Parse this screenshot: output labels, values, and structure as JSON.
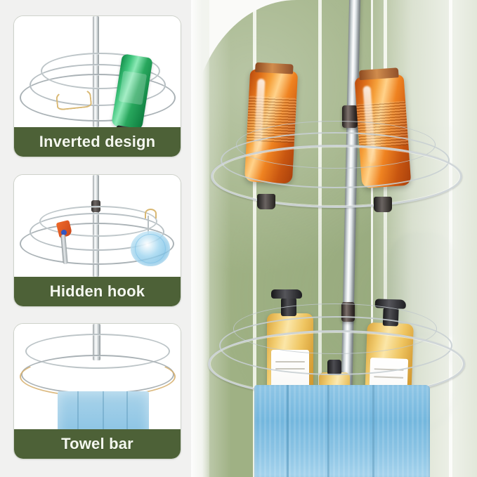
{
  "page": {
    "background_color": "#f1f1f0",
    "type": "product-feature-infographic"
  },
  "feature_panels": [
    {
      "id": "inverted-design",
      "label": "Inverted design",
      "label_bg_color": "#4d6137",
      "label_text_color": "#f4f7ef",
      "art_description": "Corner wire basket on chrome pole holding an inverted green bottle with black pump cap, plus a tan wire hook",
      "accessories": [
        "green-bottle",
        "wire-hook"
      ]
    },
    {
      "id": "hidden-hook",
      "label": "Hidden hook",
      "label_bg_color": "#4d6137",
      "label_text_color": "#f4f7ef",
      "art_description": "Corner wire basket with an orange razor hanging on the left hook and a blue mesh loofah hanging on the right hook",
      "accessories": [
        "orange-razor",
        "blue-loofah"
      ]
    },
    {
      "id": "towel-bar",
      "label": "Towel bar",
      "label_bg_color": "#4d6137",
      "label_text_color": "#f4f7ef",
      "art_description": "Corner wire basket with a gold-toned front bar and a light blue towel draped over it",
      "accessories": [
        "blue-towel",
        "gold-bar"
      ]
    }
  ],
  "photo": {
    "scene": "corner shower caddy installed in a tiled shower",
    "tile_color": "#9cae82",
    "grout_color": "#edf1e5",
    "pole_finish": "chrome",
    "shelves": [
      {
        "id": "upper-shelf",
        "items": [
          {
            "name": "amber-bottle-left",
            "color": "#e0711a",
            "orientation": "inverted"
          },
          {
            "name": "amber-bottle-right",
            "color": "#ef8321",
            "orientation": "inverted"
          }
        ]
      },
      {
        "id": "lower-shelf",
        "items": [
          {
            "name": "pump-bottle-left",
            "color": "#f3ce72"
          },
          {
            "name": "small-bottle-center",
            "color": "#f5d57f"
          },
          {
            "name": "pump-bottle-right",
            "color": "#efc561"
          },
          {
            "name": "blue-towel",
            "color": "#74b7de"
          }
        ]
      }
    ]
  }
}
